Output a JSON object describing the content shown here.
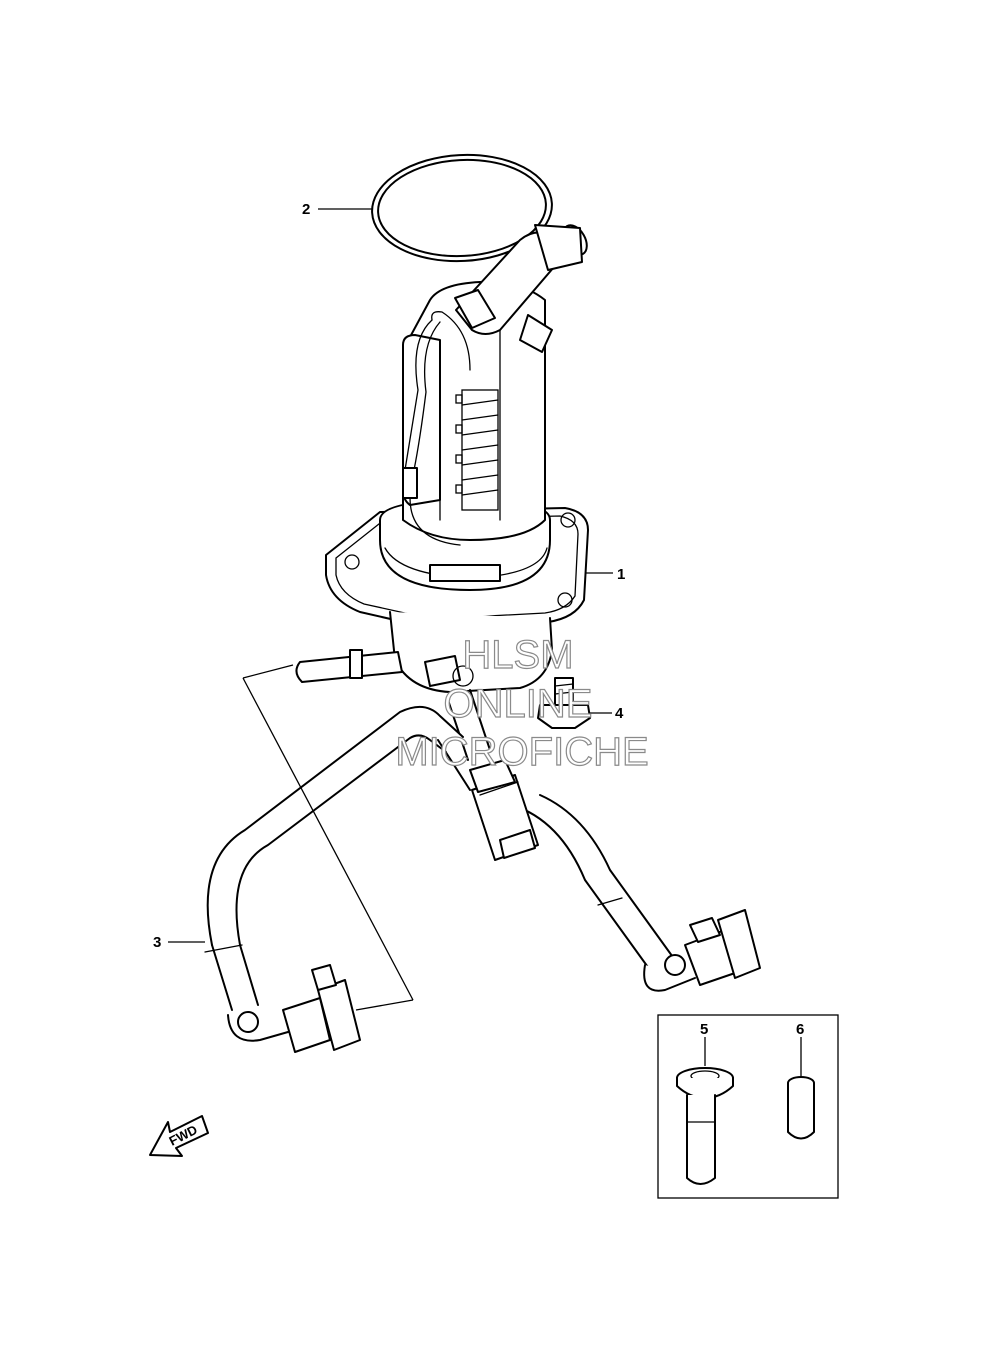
{
  "callouts": [
    {
      "id": "1",
      "label": "1"
    },
    {
      "id": "2",
      "label": "2"
    },
    {
      "id": "3",
      "label": "3"
    },
    {
      "id": "4",
      "label": "4"
    },
    {
      "id": "5",
      "label": "5"
    },
    {
      "id": "6",
      "label": "6"
    }
  ],
  "watermark": {
    "line1": "HLSM",
    "line2": "ONLINE",
    "line3": "MICROFICHE"
  },
  "fwd_arrow": {
    "label": "FWD"
  }
}
